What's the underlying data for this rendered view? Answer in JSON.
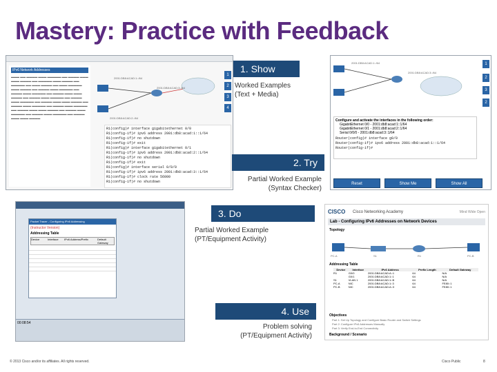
{
  "slide": {
    "title": "Mastery: Practice with Feedback",
    "footer_left": "© 2013 Cisco and/or its affiliates. All rights reserved.",
    "footer_right": "Cisco Public",
    "page_number": "8"
  },
  "steps": [
    {
      "label": "1. Show",
      "caption": "Worked Examples (Text + Media)"
    },
    {
      "label": "2. Try",
      "caption": "Partial Worked Example (Syntax Checker)"
    },
    {
      "label": "3. Do",
      "caption": "Partial Worked Example (PT/Equipment Activity)"
    },
    {
      "label": "4. Use",
      "caption": "Problem solving (PT/Equipment Activity)"
    }
  ],
  "show_screen": {
    "heading": "IPv6 Network Addresses",
    "tabs": [
      "1",
      "2",
      "3",
      "4"
    ],
    "cli_lines": [
      "R1(config)# interface gigabitethernet 0/0",
      "R1(config-if)# ipv6 address 2001:db8:acad:1::1/64",
      "R1(config-if)# no shutdown",
      "R1(config-if)# exit",
      "R1(config)# interface gigabitethernet 0/1",
      "R1(config-if)# ipv6 address 2001:db8:acad:2::1/64",
      "R1(config-if)# no shutdown",
      "R1(config-if)# exit",
      "R1(config)# interface serial 0/0/0",
      "R1(config-if)# ipv6 address 2001:db8:acad:3::1/64",
      "R1(config-if)# clock rate 56000",
      "R1(config-if)# no shutdown"
    ],
    "net_labels": [
      "2001:DB8:ACAD:1::/64",
      "2001:DB8:ACAD:3::/64",
      "2001:DB8:ACAD:2::/64"
    ]
  },
  "try_screen": {
    "side_tabs": [
      "1",
      "2",
      "3",
      "2"
    ],
    "net_labels": [
      "2001:DB8:ACAD:1::/64",
      "2001:DB8:ACAD:3::/64"
    ],
    "instructions": "Configure and activate the interfaces in the following order:",
    "bullets": [
      "GigabitEthernet 0/0 - 2001:db8:acad:1::1/64",
      "GigabitEthernet 0/1 - 2001:db8:acad:2::1/64",
      "Serial 0/0/0 - 2001:db8:acad:3::1/64"
    ],
    "cli_lines": [
      "Router(config)# interface g0/0",
      "Router(config-if)# ipv6 address 2001:db8:acad:1::1/64",
      "Router(config-if)#"
    ],
    "buttons": [
      "Reset",
      "Show Me",
      "Show All"
    ]
  },
  "do_screen": {
    "window_title": "Packet Tracer - Configuring IPv6 Addressing",
    "subtitle": "(Instructor Version)",
    "section": "Addressing Table",
    "table_headers": [
      "Device",
      "Interface",
      "IPv6 Address/Prefix",
      "Default Gateway"
    ],
    "time": "00:08:54"
  },
  "use_screen": {
    "brand": "CISCO",
    "academy": "Cisco Networking Academy",
    "tagline": "Mind Wide Open",
    "lab_title": "Lab - Configuring IPv6 Addresses on Network Devices",
    "topology": "Topology",
    "device_labels": [
      "PC-A",
      "S1",
      "R1",
      "PC-B"
    ],
    "table_title": "Addressing Table",
    "table_headers": [
      "Device",
      "Interface",
      "IPv6 Address",
      "Prefix Length",
      "Default Gateway"
    ],
    "table_rows": [
      [
        "R1",
        "G0/0",
        "2001:DB8:ACAD:A::1",
        "64",
        "N/A"
      ],
      [
        "",
        "G0/1",
        "2001:DB8:ACAD:1::1",
        "64",
        "N/A"
      ],
      [
        "S1",
        "VLAN 1",
        "2001:DB8:ACAD:1::B",
        "64",
        "N/A"
      ],
      [
        "PC-A",
        "NIC",
        "2001:DB8:ACAD:1::3",
        "64",
        "FE80::1"
      ],
      [
        "PC-B",
        "NIC",
        "2001:DB8:ACAD:A::3",
        "64",
        "FE80::1"
      ]
    ],
    "objectives_title": "Objectives",
    "objectives": [
      "Part 1: Set Up Topology and Configure Basic Router and Switch Settings",
      "Part 2: Configure IPv6 Addresses Manually",
      "Part 3: Verify End-to-End Connectivity"
    ],
    "background": "Background / Scenario"
  },
  "colors": {
    "title": "#5b2b80",
    "banner": "#1e4a78",
    "accent": "#2a65a6"
  }
}
